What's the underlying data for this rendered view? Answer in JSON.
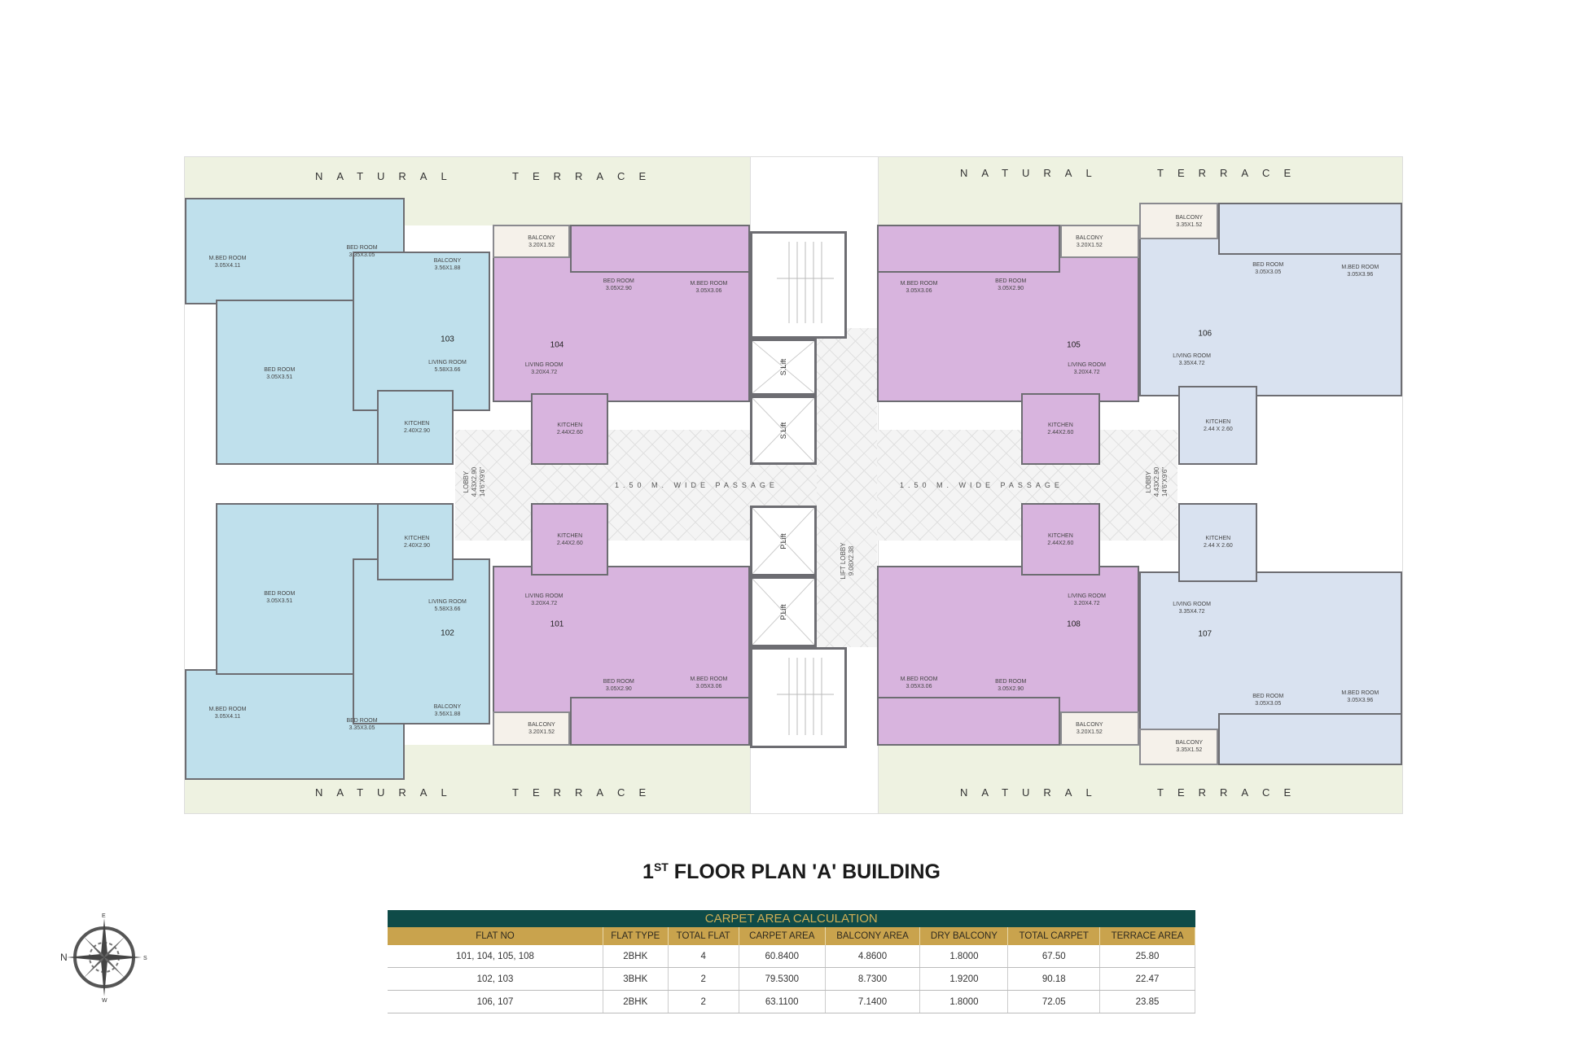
{
  "title": {
    "ordinal": "1",
    "suffix": "ST",
    "text": "FLOOR PLAN 'A' BUILDING"
  },
  "terrace": {
    "natural": "NATURAL",
    "terrace": "TERRACE"
  },
  "passage": {
    "label": "1.50 M. WIDE PASSAGE",
    "lobby": "LOBBY\n4.43X2.90\n14'6\"X9'6\"",
    "lift_lobby": "LIFT LOBBY\n9.08X2.38",
    "service_lift": "S.Lift",
    "passenger_lift": "P.Lift"
  },
  "colors": {
    "flat_3bhk": "#bfe0ec",
    "flat_2bhk_a": "#d8b4de",
    "flat_2bhk_b": "#d9e2f0",
    "terrace": "#eef2e1",
    "table_title_bg": "#0f4b48",
    "table_header_bg": "#c9a34d"
  },
  "flats": {
    "f103": {
      "number": "103",
      "rooms": [
        {
          "name": "M.BED ROOM",
          "size": "3.05X4.11"
        },
        {
          "name": "BED ROOM",
          "size": "3.35X3.05"
        },
        {
          "name": "BED ROOM",
          "size": "3.05X3.51"
        },
        {
          "name": "LIVING ROOM",
          "size": "5.58X3.66"
        },
        {
          "name": "KITCHEN",
          "size": "2.40X2.90"
        },
        {
          "name": "BALCONY",
          "size": "3.56X1.88"
        }
      ]
    },
    "f102": {
      "number": "102",
      "rooms": [
        {
          "name": "M.BED ROOM",
          "size": "3.05X4.11"
        },
        {
          "name": "BED ROOM",
          "size": "3.35X3.05"
        },
        {
          "name": "BED ROOM",
          "size": "3.05X3.51"
        },
        {
          "name": "LIVING ROOM",
          "size": "5.58X3.66"
        },
        {
          "name": "KITCHEN",
          "size": "2.40X2.90"
        },
        {
          "name": "BALCONY",
          "size": "3.56X1.88"
        }
      ]
    },
    "f104": {
      "number": "104",
      "rooms": [
        {
          "name": "BALCONY",
          "size": "3.20X1.52"
        },
        {
          "name": "BED ROOM",
          "size": "3.05X2.90"
        },
        {
          "name": "M.BED ROOM",
          "size": "3.05X3.06"
        },
        {
          "name": "LIVING ROOM",
          "size": "3.20X4.72"
        },
        {
          "name": "KITCHEN",
          "size": "2.44X2.60"
        }
      ]
    },
    "f101": {
      "number": "101",
      "rooms": [
        {
          "name": "BALCONY",
          "size": "3.20X1.52"
        },
        {
          "name": "BED ROOM",
          "size": "3.05X2.90"
        },
        {
          "name": "M.BED ROOM",
          "size": "3.05X3.06"
        },
        {
          "name": "LIVING ROOM",
          "size": "3.20X4.72"
        },
        {
          "name": "KITCHEN",
          "size": "2.44X2.60"
        }
      ]
    },
    "f105": {
      "number": "105",
      "rooms": [
        {
          "name": "BALCONY",
          "size": "3.20X1.52"
        },
        {
          "name": "BED ROOM",
          "size": "3.05X2.90"
        },
        {
          "name": "M.BED ROOM",
          "size": "3.05X3.06"
        },
        {
          "name": "LIVING ROOM",
          "size": "3.20X4.72"
        },
        {
          "name": "KITCHEN",
          "size": "2.44X2.60"
        }
      ]
    },
    "f108": {
      "number": "108",
      "rooms": [
        {
          "name": "BALCONY",
          "size": "3.20X1.52"
        },
        {
          "name": "BED ROOM",
          "size": "3.05X2.90"
        },
        {
          "name": "M.BED ROOM",
          "size": "3.05X3.06"
        },
        {
          "name": "LIVING ROOM",
          "size": "3.20X4.72"
        },
        {
          "name": "KITCHEN",
          "size": "2.44X2.60"
        }
      ]
    },
    "f106": {
      "number": "106",
      "rooms": [
        {
          "name": "BALCONY",
          "size": "3.35X1.52"
        },
        {
          "name": "BED ROOM",
          "size": "3.05X3.05"
        },
        {
          "name": "M.BED ROOM",
          "size": "3.05X3.96"
        },
        {
          "name": "LIVING ROOM",
          "size": "3.35X4.72"
        },
        {
          "name": "KITCHEN",
          "size": "2.44 X 2.60"
        }
      ]
    },
    "f107": {
      "number": "107",
      "rooms": [
        {
          "name": "BALCONY",
          "size": "3.35X1.52"
        },
        {
          "name": "BED ROOM",
          "size": "3.05X3.05"
        },
        {
          "name": "M.BED ROOM",
          "size": "3.05X3.96"
        },
        {
          "name": "LIVING ROOM",
          "size": "3.35X4.72"
        },
        {
          "name": "KITCHEN",
          "size": "2.44 X 2.60"
        }
      ]
    }
  },
  "compass": {
    "north": "N",
    "south": "S",
    "east": "E",
    "west": "W"
  },
  "table": {
    "title": "CARPET AREA CALCULATION",
    "headers": [
      "FLAT NO",
      "FLAT TYPE",
      "TOTAL FLAT",
      "CARPET AREA",
      "BALCONY AREA",
      "DRY BALCONY",
      "TOTAL CARPET",
      "TERRACE  AREA"
    ],
    "rows": [
      [
        "101, 104, 105, 108",
        "2BHK",
        "4",
        "60.8400",
        "4.8600",
        "1.8000",
        "67.50",
        "25.80"
      ],
      [
        "102, 103",
        "3BHK",
        "2",
        "79.5300",
        "8.7300",
        "1.9200",
        "90.18",
        "22.47"
      ],
      [
        "106, 107",
        "2BHK",
        "2",
        "63.1100",
        "7.1400",
        "1.8000",
        "72.05",
        "23.85"
      ]
    ]
  }
}
